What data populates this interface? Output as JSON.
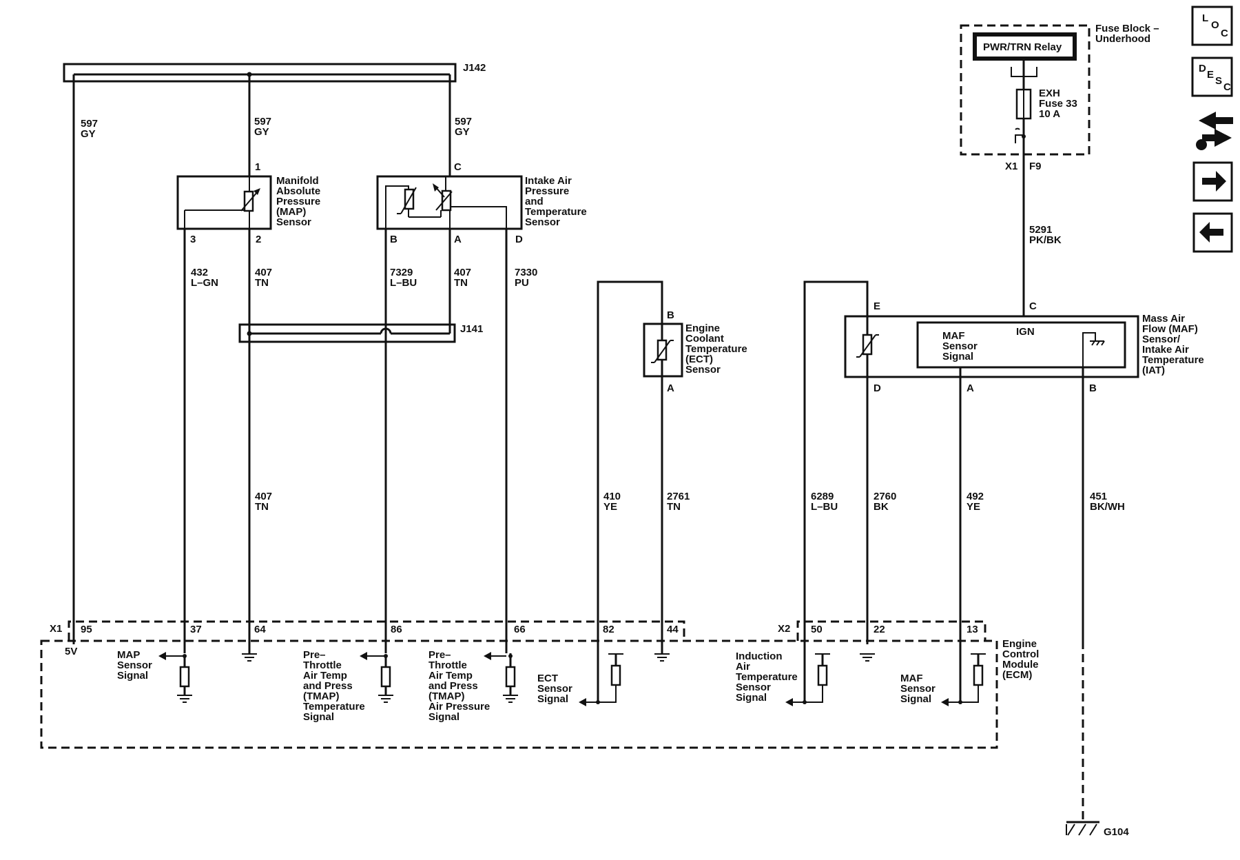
{
  "connectors": {
    "j142": "J142",
    "j141": "J141",
    "x1": "X1",
    "x2": "X2",
    "x1_f9_a": "X1",
    "x1_f9_b": "F9"
  },
  "fuse_block": {
    "title_1": "Fuse Block –",
    "title_2": "Underhood",
    "relay": "PWR/TRN Relay",
    "fuse_1": "EXH",
    "fuse_2": "Fuse 33",
    "fuse_3": "10 A"
  },
  "components": {
    "map": {
      "l1": "Manifold",
      "l2": "Absolute",
      "l3": "Pressure",
      "l4": "(MAP)",
      "l5": "Sensor",
      "pin_top": "1",
      "pin_3": "3",
      "pin_2": "2"
    },
    "tmap": {
      "l1": "Intake Air",
      "l2": "Pressure",
      "l3": "and",
      "l4": "Temperature",
      "l5": "Sensor",
      "pin_c": "C",
      "pin_b": "B",
      "pin_a": "A",
      "pin_d": "D"
    },
    "ect": {
      "l1": "Engine",
      "l2": "Coolant",
      "l3": "Temperature",
      "l4": "(ECT)",
      "l5": "Sensor",
      "pin_b": "B",
      "pin_a": "A"
    },
    "maf": {
      "l1": "Mass Air",
      "l2": "Flow (MAF)",
      "l3": "Sensor/",
      "l4": "Intake Air",
      "l5": "Temperature",
      "l6": "(IAT)",
      "inner_1": "MAF",
      "inner_2": "Sensor",
      "inner_3": "Signal",
      "ign": "IGN",
      "pin_e": "E",
      "pin_c": "C",
      "pin_d": "D",
      "pin_a": "A",
      "pin_b": "B"
    },
    "ecm": {
      "l1": "Engine",
      "l2": "Control",
      "l3": "Module",
      "l4": "(ECM)"
    }
  },
  "wires": {
    "w597a": {
      "n": "597",
      "c": "GY"
    },
    "w597b": {
      "n": "597",
      "c": "GY"
    },
    "w597c": {
      "n": "597",
      "c": "GY"
    },
    "w432": {
      "n": "432",
      "c": "L–GN"
    },
    "w407a": {
      "n": "407",
      "c": "TN"
    },
    "w7329": {
      "n": "7329",
      "c": "L–BU"
    },
    "w407b": {
      "n": "407",
      "c": "TN"
    },
    "w7330": {
      "n": "7330",
      "c": "PU"
    },
    "w407c": {
      "n": "407",
      "c": "TN"
    },
    "w410": {
      "n": "410",
      "c": "YE"
    },
    "w2761": {
      "n": "2761",
      "c": "TN"
    },
    "w6289": {
      "n": "6289",
      "c": "L–BU"
    },
    "w2760": {
      "n": "2760",
      "c": "BK"
    },
    "w492": {
      "n": "492",
      "c": "YE"
    },
    "w451": {
      "n": "451",
      "c": "BK/WH"
    },
    "w5291": {
      "n": "5291",
      "c": "PK/BK"
    }
  },
  "ecm_pins": {
    "p95": "95",
    "p37": "37",
    "p64": "64",
    "p86": "86",
    "p66": "66",
    "p82": "82",
    "p44": "44",
    "p50": "50",
    "p22": "22",
    "p13": "13",
    "five_v": "5V"
  },
  "signals": {
    "map": [
      "MAP",
      "Sensor",
      "Signal"
    ],
    "tmap_temp": [
      "Pre–",
      "Throttle",
      "Air Temp",
      "and Press",
      "(TMAP)",
      "Temperature",
      "Signal"
    ],
    "tmap_press": [
      "Pre–",
      "Throttle",
      "Air Temp",
      "and Press",
      "(TMAP)",
      "Air Pressure",
      "Signal"
    ],
    "ect": [
      "ECT",
      "Sensor",
      "Signal"
    ],
    "iat": [
      "Induction",
      "Air",
      "Temperature",
      "Sensor",
      "Signal"
    ],
    "maf": [
      "MAF",
      "Sensor",
      "Signal"
    ]
  },
  "ground": {
    "g104": "G104"
  },
  "nav": {
    "loc_1": "L",
    "loc_2": "O",
    "loc_3": "C",
    "desc_1": "D",
    "desc_2": "E",
    "desc_3": "S",
    "desc_4": "C"
  }
}
